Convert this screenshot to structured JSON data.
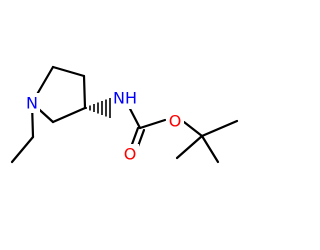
{
  "molecule": {
    "atoms": {
      "n_ring": {
        "symbol": "N",
        "color": "#0000ff"
      },
      "nh": {
        "symbol": "NH",
        "color": "#0000ff"
      },
      "o_carbonyl": {
        "symbol": "O",
        "color": "#ff0000"
      },
      "o_ester": {
        "symbol": "O",
        "color": "#ff0000"
      }
    },
    "bond_color": "#000000",
    "stereo_bond": "hashed-wedge"
  }
}
